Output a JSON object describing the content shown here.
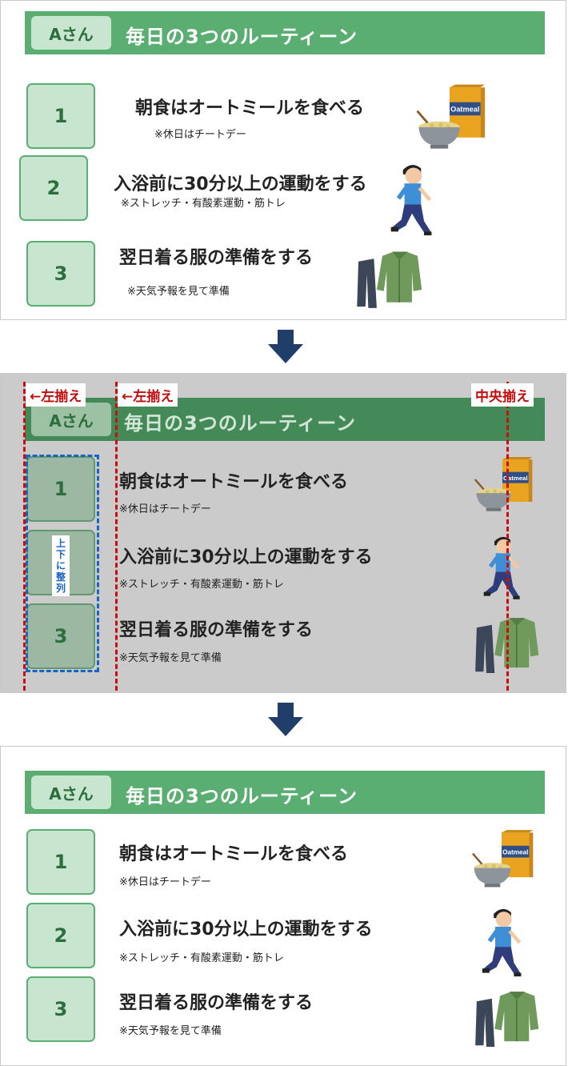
{
  "header": {
    "badge": "Aさん",
    "title": "毎日の3つのルーティーン"
  },
  "items": [
    {
      "num": "1",
      "title": "朝食はオートミールを食べる",
      "note": "※休日はチートデー",
      "icon": "oatmeal-icon"
    },
    {
      "num": "2",
      "title": "入浴前に30分以上の運動をする",
      "note": "※ストレッチ・有酸素運動・筋トレ",
      "icon": "stretching-person-icon"
    },
    {
      "num": "3",
      "title": "翌日着る服の準備をする",
      "note": "※天気予報を見て準備",
      "icon": "clothes-icon"
    }
  ],
  "oatmeal_label": "Oatmeal",
  "annotations": {
    "left_align": "←左揃え",
    "center_align": "中央揃え",
    "vertical_align": "上下に整列"
  },
  "colors": {
    "header": "#5aae72",
    "badge": "#c8e5cf",
    "arrow": "#1f3f6a",
    "guide": "#cc0d0d",
    "guide_blue": "#1a63c6"
  }
}
